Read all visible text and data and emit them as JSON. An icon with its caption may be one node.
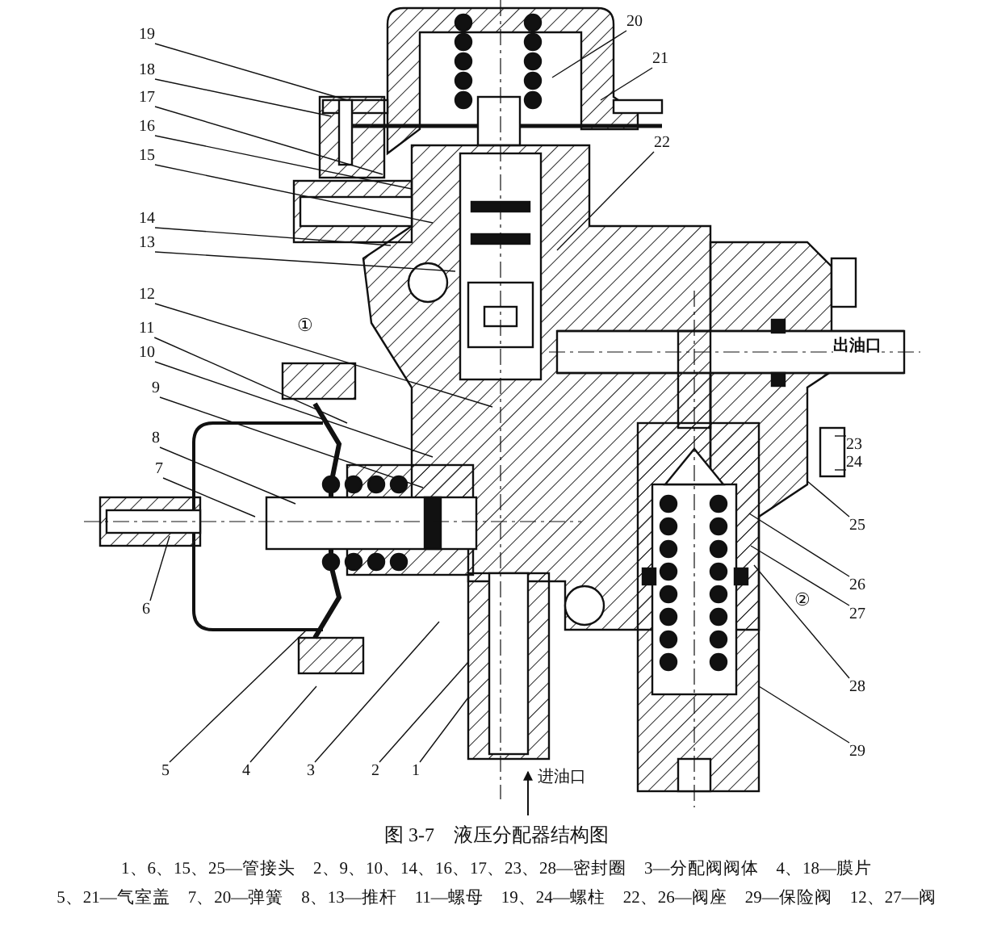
{
  "diagram": {
    "title": "图 3-7　液压分配器结构图",
    "nodes": [
      {
        "text": [
          "20"
        ]
      },
      {
        "text": [
          "21"
        ]
      },
      {
        "text": [
          "19"
        ]
      },
      {
        "text": [
          "18"
        ]
      },
      {
        "text": [
          "17"
        ]
      },
      {
        "text": [
          "16"
        ]
      },
      {
        "text": [
          "15"
        ]
      },
      {
        "text": [
          "22"
        ]
      },
      {
        "text": [
          "14"
        ]
      },
      {
        "text": [
          "13"
        ]
      },
      {
        "text": [
          "12"
        ]
      },
      {
        "text": [
          "11"
        ]
      },
      {
        "text": [
          "10"
        ]
      },
      {
        "text": [
          "9"
        ]
      },
      {
        "text": [
          "8"
        ]
      },
      {
        "text": [
          "7"
        ]
      },
      {
        "text": [
          "6"
        ]
      },
      {
        "text": [
          "23"
        ]
      },
      {
        "text": [
          "24"
        ]
      },
      {
        "text": [
          "25"
        ]
      },
      {
        "text": [
          "26"
        ]
      },
      {
        "text": [
          "27"
        ]
      },
      {
        "text": [
          "28"
        ]
      },
      {
        "text": [
          "29"
        ]
      },
      {
        "text": [
          "5"
        ]
      },
      {
        "text": [
          "4"
        ]
      },
      {
        "text": [
          "3"
        ]
      },
      {
        "text": [
          "2"
        ]
      },
      {
        "text": [
          "1"
        ]
      }
    ],
    "edges": [
      {
        "from": 0,
        "to": null,
        "arrow": "none"
      },
      {
        "from": 1,
        "to": null,
        "arrow": "none"
      },
      {
        "from": 2,
        "to": null,
        "arrow": "none"
      },
      {
        "from": 3,
        "to": null,
        "arrow": "none"
      },
      {
        "from": 4,
        "to": null,
        "arrow": "none"
      },
      {
        "from": 5,
        "to": null,
        "arrow": "none"
      },
      {
        "from": 6,
        "to": null,
        "arrow": "none"
      },
      {
        "from": 7,
        "to": null,
        "arrow": "none"
      },
      {
        "from": 8,
        "to": null,
        "arrow": "none"
      },
      {
        "from": 9,
        "to": null,
        "arrow": "none"
      },
      {
        "from": 10,
        "to": null,
        "arrow": "none"
      },
      {
        "from": 11,
        "to": null,
        "arrow": "none"
      },
      {
        "from": 12,
        "to": null,
        "arrow": "none"
      },
      {
        "from": 13,
        "to": null,
        "arrow": "none"
      },
      {
        "from": 14,
        "to": null,
        "arrow": "none"
      },
      {
        "from": 15,
        "to": null,
        "arrow": "none"
      },
      {
        "from": 16,
        "to": null,
        "arrow": "none"
      },
      {
        "from": 17,
        "to": null,
        "arrow": "none"
      },
      {
        "from": 18,
        "to": null,
        "arrow": "none"
      },
      {
        "from": 19,
        "to": null,
        "arrow": "none"
      },
      {
        "from": 20,
        "to": null,
        "arrow": "none"
      },
      {
        "from": 21,
        "to": null,
        "arrow": "none"
      },
      {
        "from": 22,
        "to": null,
        "arrow": "none"
      },
      {
        "from": 23,
        "to": null,
        "arrow": "none"
      },
      {
        "from": 24,
        "to": null,
        "arrow": "none"
      },
      {
        "from": 25,
        "to": null,
        "arrow": "none"
      },
      {
        "from": 26,
        "to": null,
        "arrow": "none"
      },
      {
        "from": 27,
        "to": null,
        "arrow": "none"
      },
      {
        "from": 28,
        "to": null,
        "arrow": "none"
      }
    ],
    "labels": [
      "①",
      "出油口",
      "②",
      "进油口",
      "1、6、15、25—管接头　2、9、10、14、16、17、23、28—密封圈　3—分配阀阀体　4、18—膜片",
      "5、21—气室盖　7、20—弹簧　8、13—推杆　11—螺母　19、24—螺柱　22、26—阀座　29—保险阀　12、27—阀"
    ]
  }
}
